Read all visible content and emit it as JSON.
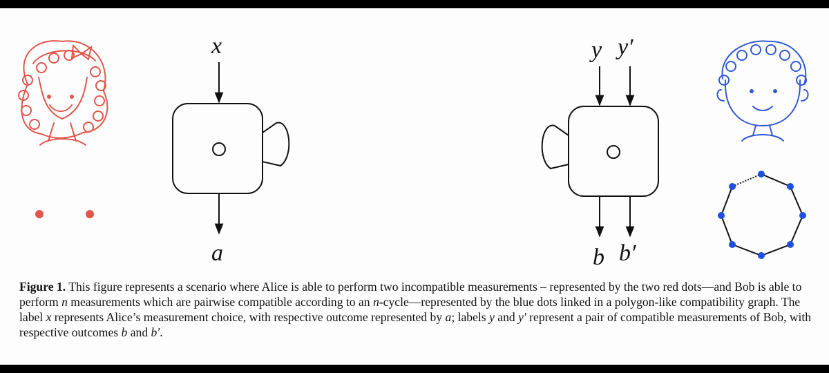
{
  "labels": {
    "alice_input": "x",
    "alice_output": "a",
    "bob_input_1": "y",
    "bob_input_2": "y′",
    "bob_output_1": "b",
    "bob_output_2": "b′"
  },
  "caption": {
    "lead": "Figure 1.",
    "p1": " This figure represents a scenario where Alice is able to perform two incompatible measurements – represented by the two red dots—and Bob is able to perform ",
    "n1": "n",
    "p2": " measurements which are pairwise compatible according to an ",
    "n2": "n",
    "p3": "-cycle—represented by the blue dots linked in a polygon-like compatibility graph. The label ",
    "x": "x",
    "p4": " represents Alice’s measurement choice, with respective outcome represented by ",
    "a": "a",
    "p5": "; labels ",
    "y": "y",
    "p6": " and ",
    "yp": "y′",
    "p7": " represent a pair of compatible measurements of Bob, with respective outcomes ",
    "b": "b",
    "p8": " and ",
    "bp": "b′",
    "p9": "."
  },
  "colors": {
    "alice": "#e2554a",
    "bob": "#2f58d6",
    "bob_dot": "#1f4fe0",
    "line": "#111111"
  },
  "icons": [
    "alice-face-icon",
    "bob-face-icon",
    "alice-measurement-box-icon",
    "bob-measurement-box-icon"
  ]
}
